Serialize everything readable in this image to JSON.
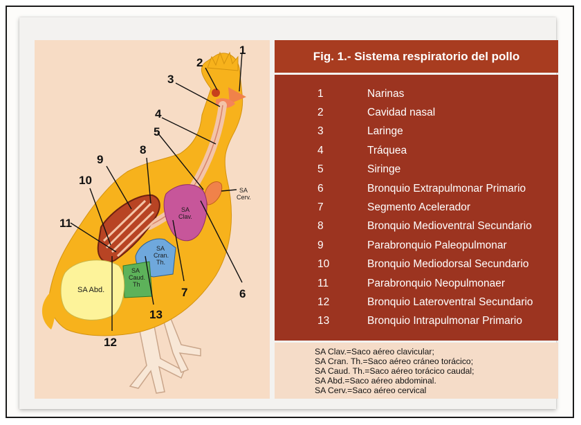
{
  "figure": {
    "title": "Fig. 1.- Sistema respiratorio del pollo"
  },
  "legend": [
    {
      "num": "1",
      "text": "Narinas"
    },
    {
      "num": "2",
      "text": "Cavidad nasal"
    },
    {
      "num": "3",
      "text": "Laringe"
    },
    {
      "num": "4",
      "text": "Tráquea"
    },
    {
      "num": "5",
      "text": "Siringe"
    },
    {
      "num": "6",
      "text": "Bronquio Extrapulmonar Primario"
    },
    {
      "num": "7",
      "text": "Segmento Acelerador"
    },
    {
      "num": "8",
      "text": "Bronquio Medioventral Secundario"
    },
    {
      "num": "9",
      "text": "Parabronquio Paleopulmonar"
    },
    {
      "num": "10",
      "text": "Bronquio Mediodorsal Secundario"
    },
    {
      "num": "11",
      "text": "Parabronquio Neopulmonaer"
    },
    {
      "num": "12",
      "text": "Bronquio Lateroventral Secundario"
    },
    {
      "num": "13",
      "text": "Bronquio Intrapulmonar Primario"
    }
  ],
  "abbreviations": [
    "SA Clav.=Saco aéreo clavicular;",
    "SA Cran. Th.=Saco aéreo cráneo torácico;",
    "SA Caud. Th.=Saco aéreo torácico caudal;",
    "SA Abd.=Saco aéreo abdominal.",
    "SA Cerv.=Saco aéreo cervical"
  ],
  "diagram": {
    "callouts": [
      "1",
      "2",
      "3",
      "4",
      "5",
      "6",
      "7",
      "8",
      "9",
      "10",
      "11",
      "12",
      "13"
    ],
    "sacs": {
      "cerv_1": "SA",
      "cerv_2": "Cerv.",
      "clav_1": "SA",
      "clav_2": "Clav.",
      "cran_1": "SA",
      "cran_2": "Cran.",
      "cran_3": "Th.",
      "caud_1": "SA",
      "caud_2": "Caud.",
      "caud_3": "Th",
      "abd": "SA Abd."
    }
  },
  "colors": {
    "title_bg": "#a83c20",
    "legend_bg": "#9c3420",
    "abbrev_bg": "#f5dcc8",
    "illustration_bg": "#f7dcc5",
    "body": "#f7b21c",
    "lung": "#b84424",
    "clav_sac": "#c7569a",
    "cran_sac": "#6fa8dc",
    "caud_sac": "#5db25a",
    "abd_sac": "#fdf39a"
  }
}
